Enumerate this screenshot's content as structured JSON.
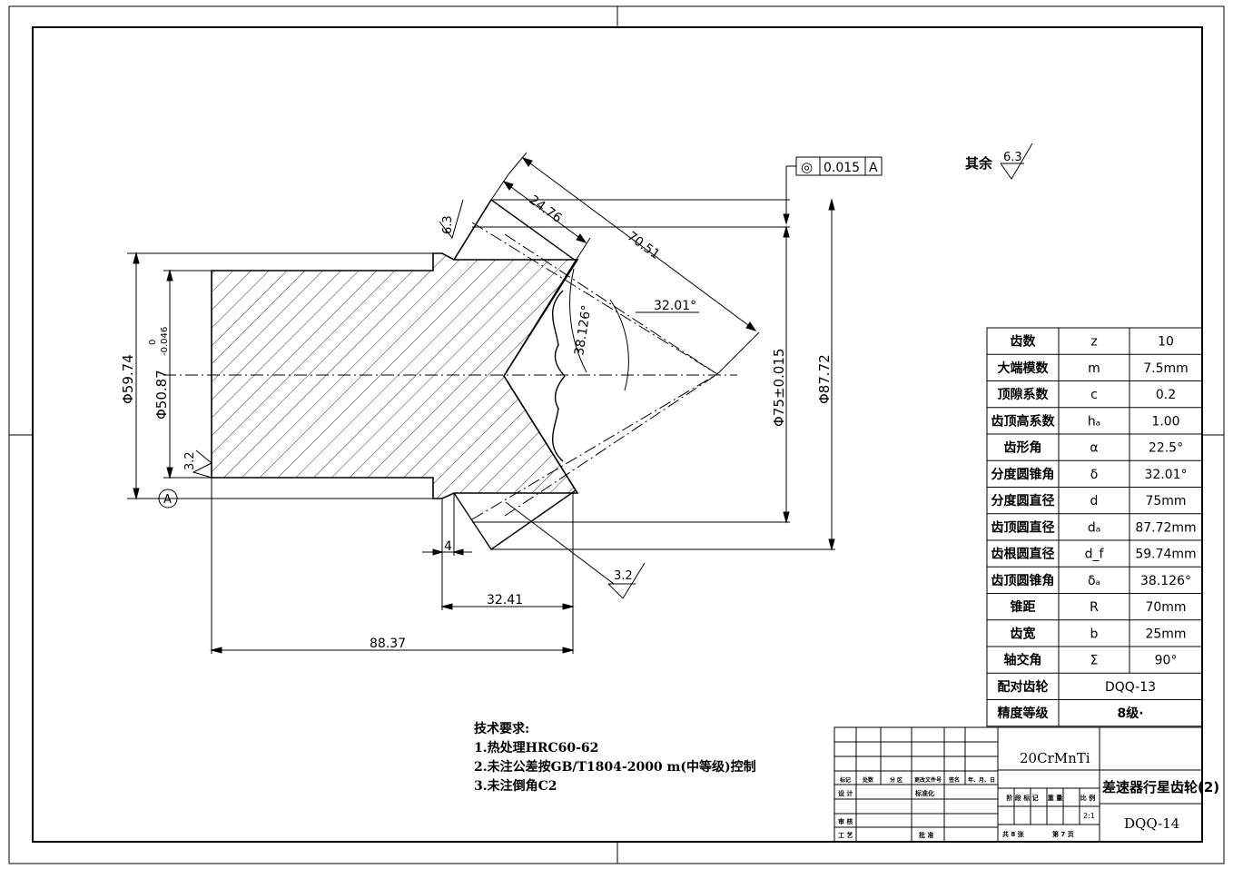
{
  "drawing": {
    "surface_finish_other": "其余",
    "surface_finish_other_value": "6.3",
    "roughness_tooth": "6.3",
    "roughness_left": "3.2",
    "roughness_back": "3.2",
    "tolerance_frame": {
      "symbol": "◎",
      "value": "0.015",
      "datum": "A"
    },
    "datum_label": "A",
    "dims": {
      "d_root": "Φ59.74",
      "d_bore": "Φ50.87",
      "d_bore_tol_upper": "0",
      "d_bore_tol_lower": "-0.046",
      "d_pitch": "Φ75±0.015",
      "d_tip": "Φ87.72",
      "face_width": "24.76",
      "cone_distance": "70.51",
      "pitch_angle": "32.01°",
      "tip_angle": "38.126°",
      "back_len": "4",
      "mid_len": "32.41",
      "total_len": "88.37"
    }
  },
  "tech_req": {
    "title": "技术要求:",
    "items": [
      "1.热处理HRC60-62",
      "2.未注公差按GB/T1804-2000 m(中等级)控制",
      "3.未注倒角C2"
    ]
  },
  "param_table": [
    {
      "name": "齿数",
      "symbol": "z",
      "value": "10"
    },
    {
      "name": "大端模数",
      "symbol": "m",
      "value": "7.5mm"
    },
    {
      "name": "顶隙系数",
      "symbol": "c",
      "value": "0.2"
    },
    {
      "name": "齿顶高系数",
      "symbol": "hₐ",
      "value": "1.00"
    },
    {
      "name": "齿形角",
      "symbol": "α",
      "value": "22.5°"
    },
    {
      "name": "分度圆锥角",
      "symbol": "δ",
      "value": "32.01°"
    },
    {
      "name": "分度圆直径",
      "symbol": "d",
      "value": "75mm"
    },
    {
      "name": "齿顶圆直径",
      "symbol": "dₐ",
      "value": "87.72mm"
    },
    {
      "name": "齿根圆直径",
      "symbol": "d_f",
      "value": "59.74mm"
    },
    {
      "name": "齿顶圆锥角",
      "symbol": "δₐ",
      "value": "38.126°"
    },
    {
      "name": "锥距",
      "symbol": "R",
      "value": "70mm"
    },
    {
      "name": "齿宽",
      "symbol": "b",
      "value": "25mm"
    },
    {
      "name": "轴交角",
      "symbol": "Σ",
      "value": "90°"
    },
    {
      "name": "配对齿轮",
      "symbol": "",
      "value": "DQQ-13"
    },
    {
      "name": "精度等级",
      "symbol": "",
      "value": "8级·"
    }
  ],
  "title_block": {
    "material": "20CrMnTi",
    "part_name": "差速器行星齿轮(2)",
    "drawing_no": "DQQ-14",
    "scale": "2:1",
    "hdr": [
      "标记",
      "处数",
      "分 区",
      "更改文件号",
      "签名",
      "年、月、日"
    ],
    "row_design": "设 计",
    "row_std": "标准化",
    "row_check": "审 核",
    "row_craft": "工 艺",
    "row_approve": "批 准",
    "stage_hdr": [
      "阶 段 标 记",
      "重 量",
      "比 例"
    ],
    "sheets": "共 8 张",
    "sheet_no": "第 7 页"
  }
}
